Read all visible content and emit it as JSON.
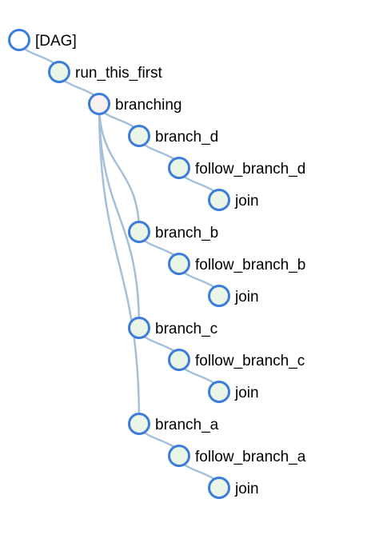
{
  "colors": {
    "link": "#a6bfd9",
    "node_stroke": "#3b7ddb",
    "root_fill": "#ffffff",
    "branch_op_fill": "#fbf1f1",
    "task_fill": "#ebf5e5"
  },
  "tree": {
    "label": "[DAG]",
    "kind": "root",
    "children": [
      {
        "label": "run_this_first",
        "kind": "task",
        "children": [
          {
            "label": "branching",
            "kind": "branch_op",
            "children": [
              {
                "label": "branch_d",
                "kind": "task",
                "children": [
                  {
                    "label": "follow_branch_d",
                    "kind": "task",
                    "children": [
                      {
                        "label": "join",
                        "kind": "task",
                        "children": []
                      }
                    ]
                  }
                ]
              },
              {
                "label": "branch_b",
                "kind": "task",
                "children": [
                  {
                    "label": "follow_branch_b",
                    "kind": "task",
                    "children": [
                      {
                        "label": "join",
                        "kind": "task",
                        "children": []
                      }
                    ]
                  }
                ]
              },
              {
                "label": "branch_c",
                "kind": "task",
                "children": [
                  {
                    "label": "follow_branch_c",
                    "kind": "task",
                    "children": [
                      {
                        "label": "join",
                        "kind": "task",
                        "children": []
                      }
                    ]
                  }
                ]
              },
              {
                "label": "branch_a",
                "kind": "task",
                "children": [
                  {
                    "label": "follow_branch_a",
                    "kind": "task",
                    "children": [
                      {
                        "label": "join",
                        "kind": "task",
                        "children": []
                      }
                    ]
                  }
                ]
              }
            ]
          }
        ]
      }
    ]
  }
}
